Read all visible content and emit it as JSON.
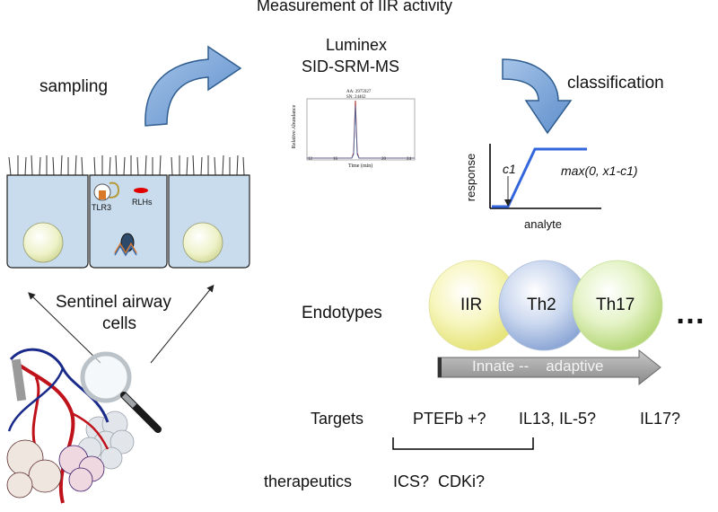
{
  "title": "Measurement of IIR activity",
  "sampling_label": "sampling",
  "luminex_line1": "Luminex",
  "luminex_line2": "SID-SRM-MS",
  "classification_label": "classification",
  "chromatogram": {
    "header_line1": "AA: 2975927",
    "header_line2": "SN: 24462",
    "ylabel": "Relative Abundance",
    "xlabel": "Time (min)",
    "xticks": [
      "12",
      "16",
      "20",
      "24"
    ]
  },
  "response_plot": {
    "ylabel": "response",
    "xlabel": "analyte",
    "threshold_label": "c1",
    "formula": "max(0, x1-c1)"
  },
  "cells": {
    "tlr3_label": "TLR3",
    "rlhs_label": "RLHs"
  },
  "sentinel_label_line1": "Sentinel airway",
  "sentinel_label_line2": "cells",
  "endotypes_label": "Endotypes",
  "endotype_circles": [
    {
      "label": "IIR",
      "color": "#f4f3a8"
    },
    {
      "label": "Th2",
      "color": "#b8c8e6"
    },
    {
      "label": "Th17",
      "color": "#d8eeb0"
    }
  ],
  "ellipsis": "…",
  "spectrum_label": "Innate --    adaptive",
  "targets_label": "Targets",
  "targets": [
    "PTEFb +?",
    "IL13, IL-5?",
    "IL17?"
  ],
  "therapeutics_label": "therapeutics",
  "therapeutics": "ICS?  CDKi?",
  "colors": {
    "arrow_blue": "#7aa7d8",
    "arrow_blue_dark": "#2f5d8f",
    "cell_fill": "#c9dced",
    "nucleus": "#eef3c8",
    "response_line": "#3366dd",
    "bar_gray": "#999999"
  }
}
